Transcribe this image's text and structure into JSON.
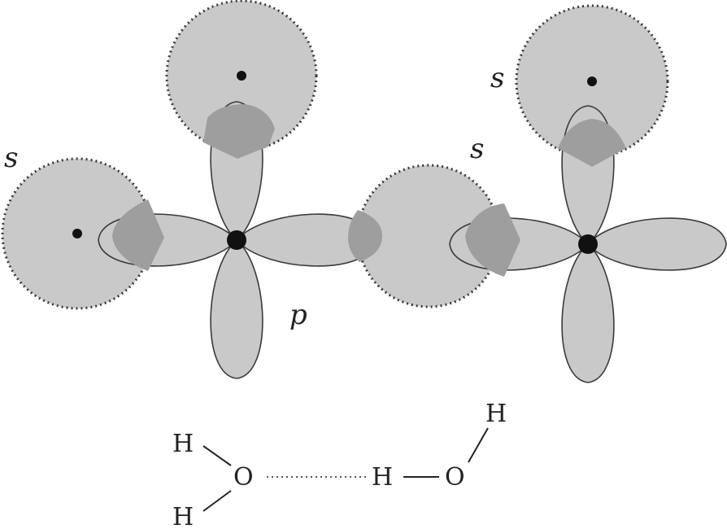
{
  "orbital_labels": {
    "s_left": "s",
    "s_top_right": "s",
    "s_middle": "s",
    "p_left": "p"
  },
  "molecule": {
    "h_top_left": "H",
    "h_bottom_left": "H",
    "o_left": "O",
    "h_bridge": "H",
    "o_right": "O",
    "h_top_right": "H"
  },
  "colors": {
    "lobe_fill": "#c9c9c9",
    "overlap_fill": "#9e9e9e",
    "outline": "#3a3a3a",
    "nucleus": "#111111"
  }
}
